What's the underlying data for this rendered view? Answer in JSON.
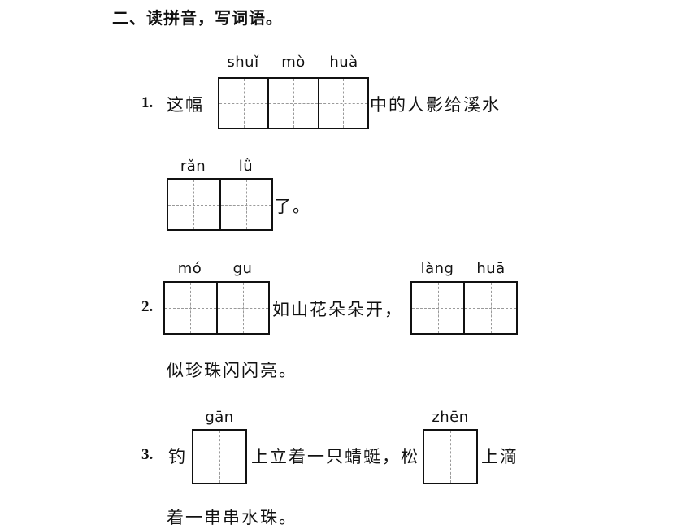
{
  "section": {
    "title": "二、读拼音，写词语。"
  },
  "questions": [
    {
      "number": "1.",
      "lines": [
        {
          "parts": [
            {
              "kind": "text",
              "value": "这幅"
            },
            {
              "kind": "box",
              "pinyin": [
                "shuǐ",
                "mò",
                "huà"
              ]
            },
            {
              "kind": "text",
              "value": "中的人影给溪水"
            }
          ]
        },
        {
          "parts": [
            {
              "kind": "box",
              "pinyin": [
                "rǎn",
                "lǜ"
              ]
            },
            {
              "kind": "text",
              "value": "了。"
            }
          ]
        }
      ]
    },
    {
      "number": "2.",
      "lines": [
        {
          "parts": [
            {
              "kind": "box",
              "pinyin": [
                "mó",
                "gu"
              ]
            },
            {
              "kind": "text",
              "value": "如山花朵朵开，"
            },
            {
              "kind": "box",
              "pinyin": [
                "làng",
                "huā"
              ]
            }
          ]
        },
        {
          "parts": [
            {
              "kind": "text",
              "value": "似珍珠闪闪亮。"
            }
          ]
        }
      ]
    },
    {
      "number": "3.",
      "lines": [
        {
          "parts": [
            {
              "kind": "text",
              "value": "钓"
            },
            {
              "kind": "box",
              "pinyin": [
                "gān"
              ]
            },
            {
              "kind": "text",
              "value": "上立着一只蜻蜓，松"
            },
            {
              "kind": "box",
              "pinyin": [
                "zhēn"
              ]
            },
            {
              "kind": "text",
              "value": "上滴"
            }
          ]
        },
        {
          "parts": [
            {
              "kind": "text",
              "value": "着一串串水珠。"
            }
          ]
        }
      ]
    }
  ]
}
